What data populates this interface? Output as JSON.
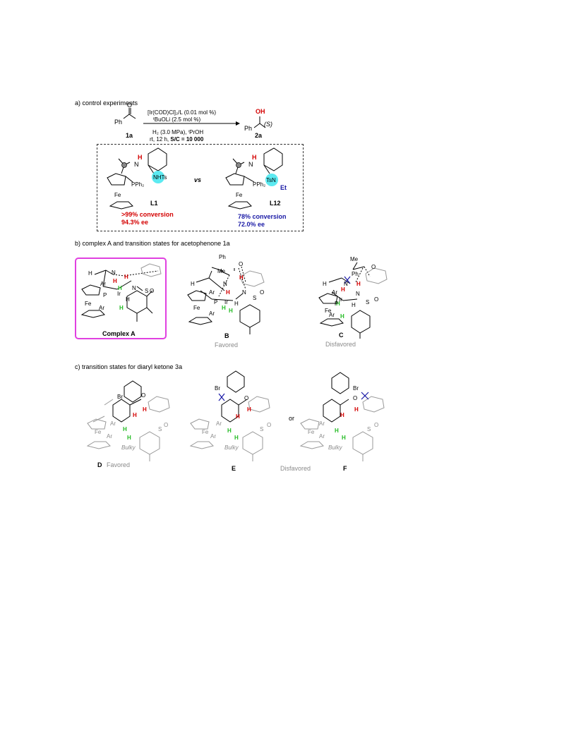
{
  "section_a": {
    "heading": "a) control experiments",
    "reactant_label": "1a",
    "reactant_group": "Ph",
    "product_label": "2a",
    "product_ph": "Ph",
    "product_oh": "OH",
    "product_config": "(S)",
    "conditions": {
      "line1": "[Ir(COD)Cl]₂/L (0.01 mol %)",
      "line2": "ᵗBuOLi (2.5 mol %)",
      "line3": "H₂ (3.0 MPa), ⁱPrOH",
      "line4_prefix": "rt, 12 h, ",
      "line4_bold": "S/C = 10 000"
    },
    "vs": "vs",
    "L1": {
      "label": "L1",
      "nhts": "NHTs",
      "pph2": "PPh₂",
      "fe": "Fe",
      "h": "H",
      "n": "N",
      "conversion": ">99% conversion",
      "ee": "94.3% ee"
    },
    "L12": {
      "label": "L12",
      "tsn": "TsN",
      "et": "Et",
      "pph2": "PPh₂",
      "fe": "Fe",
      "h": "H",
      "n": "N",
      "conversion": "78% conversion",
      "ee": "72.0% ee"
    }
  },
  "section_b": {
    "heading": "b) complex A and transition states for acetophenone 1a",
    "complexA_label": "Complex A",
    "B_label": "B",
    "B_note": "Favored",
    "C_label": "C",
    "C_note": "Disfavored",
    "atoms": {
      "H": "H",
      "N": "N",
      "Ir": "Ir",
      "P": "P",
      "Ar": "Ar",
      "Fe": "Fe",
      "S": "S",
      "O": "O",
      "Ph": "Ph",
      "Me": "Me"
    }
  },
  "section_c": {
    "heading": "c) transition states for diaryl ketone 3a",
    "D_label": "D",
    "D_note": "Favored",
    "E_label": "E",
    "F_label": "F",
    "EF_note": "Disfavored",
    "or": "or",
    "bulky": "Bulky",
    "Br": "Br"
  },
  "colors": {
    "red": "#d40000",
    "blue": "#1a1aa6",
    "green": "#22bb22",
    "cyan": "#3fe6ee",
    "magenta": "#e040e0",
    "grey": "#8a8a8a"
  }
}
